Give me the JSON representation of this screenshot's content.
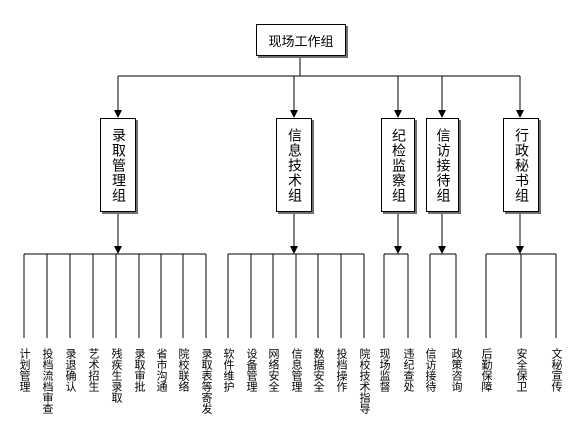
{
  "root": {
    "label": "现场工作组"
  },
  "groups": [
    {
      "label": "录取管理组",
      "items": [
        "计划管理",
        "投档流档审查",
        "录退确认",
        "艺术招生",
        "残疾生录取",
        "录取审批",
        "省市沟通",
        "院校联络",
        "录取表等寄发"
      ]
    },
    {
      "label": "信息技术组",
      "items": [
        "软件维护",
        "设备管理",
        "网络安全",
        "信息管理",
        "数据安全",
        "投档操作",
        "院校技术指导"
      ]
    },
    {
      "label": "纪检监察组",
      "items": [
        "现场监督",
        "违纪查处"
      ]
    },
    {
      "label": "信访接待组",
      "items": [
        "信访接待",
        "政策咨询"
      ]
    },
    {
      "label": "行政秘书组",
      "items": [
        "后勤保障",
        "安全保卫",
        "文秘宣传"
      ]
    }
  ]
}
